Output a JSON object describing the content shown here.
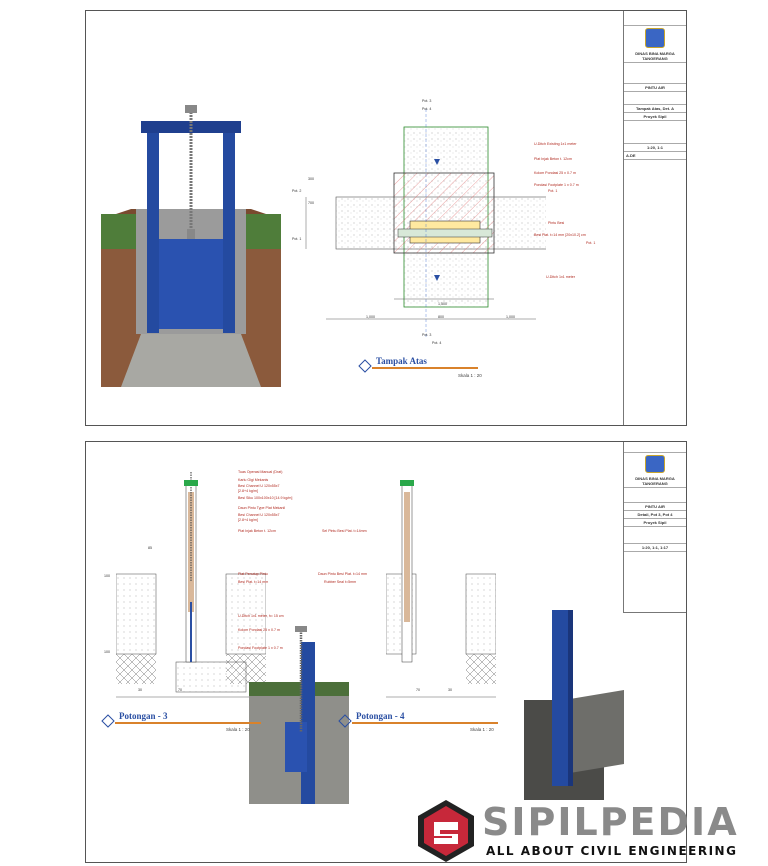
{
  "sheet1": {
    "title_block": {
      "org": "DINAS BINA MARGA TANGERANG",
      "project": "PINTU AIR",
      "drawing": "Tampak Atas, Det. A",
      "field1": "Proyek Sipil",
      "code": "A.DE",
      "scale_val": "1:20, 1:1"
    },
    "view_title": "Tampak Atas",
    "scale": "Skala  1 : 20",
    "labels": [
      "U-Ditch Existing 1x1 meter",
      "Plat Injak Beton t. 12cm",
      "Kolom Pondasi 25 x 0.7 m",
      "Pondasi Footplate 1 x 0.7 m",
      "Pot. 1",
      "Pintu Besi",
      "Besi Plat. t=14 mm [20x10.2] cm",
      "Pot. 1",
      "U-Ditch 1x1 meter"
    ],
    "dims": {
      "top_a": "300",
      "top_b": "700",
      "pot2_left": "Pot. 2",
      "pot1_left": "Pot. 1",
      "pot3_top": "Pot. 3",
      "pot4_top": "Pot. 4",
      "w1": "1,000",
      "w2": "800",
      "w3": "1,000",
      "center": "1,500",
      "pot3_bot": "Pot. 3",
      "pot4_bot": "Pot. 4"
    }
  },
  "sheet2": {
    "title_block": {
      "org": "DINAS BINA MARGA TANGERANG",
      "project": "PINTU AIR",
      "drawing": "Detail, Pot 3, Pot 4",
      "field1": "Proyek Sipil",
      "scale_val": "1:20, 1:1, 1:17"
    },
    "left_labels": [
      "Tuas Operasi Manual (Drat)",
      "Karlu Gigi Mekanis",
      "Besi Channel U 120x55x7",
      "[2.8+4 kg/m]",
      "Besi Siku 100x100x10 [14.9 kg/m]",
      "Daun Pintu Type Plat Mekanil",
      "Besi Channel U 120x55x7",
      "[2.8+4 kg/m]",
      "Plat Injak Beton t. 12cm",
      "Plat Penutup Pintu",
      "Besi Plat. t=14 mm",
      "U-Ditch 1x1 meter, h= 15 cm",
      "Kolom Pondasi 25 x 0.7 m",
      "Pondasi Footplate 1 x 0.7 m"
    ],
    "right_labels": [
      "Sel Pintu Besi Plat. t=14mm",
      "Daun Pintu Besi Plat. t=14 mm",
      "Rubber Seal t=5mm"
    ],
    "dims": {
      "d1": "85",
      "d2": "100",
      "d3": "100",
      "d4": "30",
      "d5": "70",
      "d6": "70",
      "d7": "30"
    },
    "pot3_title": "Potongan - 3",
    "pot3_scale": "Skala  1 : 20",
    "pot4_title": "Potongan - 4",
    "pot4_scale": "Skala  1 : 20"
  },
  "watermark": {
    "brand": "SIPILPEDIA",
    "tagline": "ALL ABOUT CIVIL ENGINEERING"
  }
}
